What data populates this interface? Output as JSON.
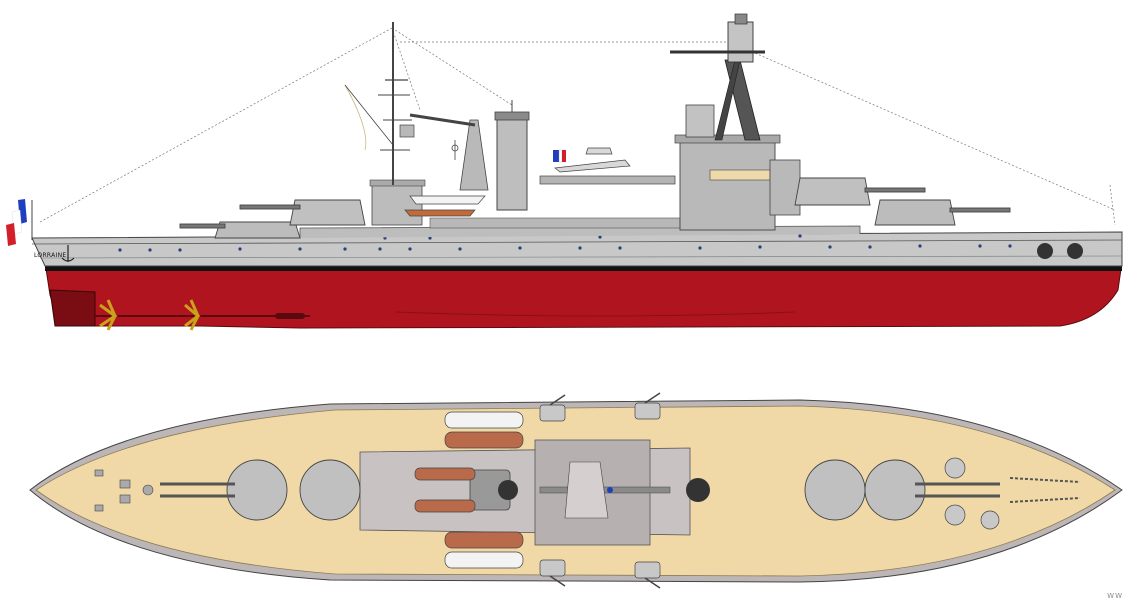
{
  "ship_name": "LORRAINE",
  "signature": "WW",
  "colors": {
    "hull_red": "#b0151f",
    "hull_red_dark": "#7a0c13",
    "hull_grey": "#c8c8c8",
    "superstructure_grey": "#b4b4b4",
    "deck_wood": "#f0d9a7",
    "boot_stripe": "#111111",
    "flag_blue": "#1f3fbf",
    "flag_white": "#ffffff",
    "flag_red": "#d21f2a",
    "propeller_gold": "#c9a21a",
    "rigging": "#777777"
  },
  "views": [
    {
      "name": "side-profile"
    },
    {
      "name": "top-plan"
    }
  ],
  "icons": [
    "ensign-flag-icon",
    "anchor-icon",
    "propeller-icon",
    "seaplane-icon",
    "main-turret-icon",
    "funnel-icon",
    "crane-icon",
    "lifeboat-icon"
  ]
}
